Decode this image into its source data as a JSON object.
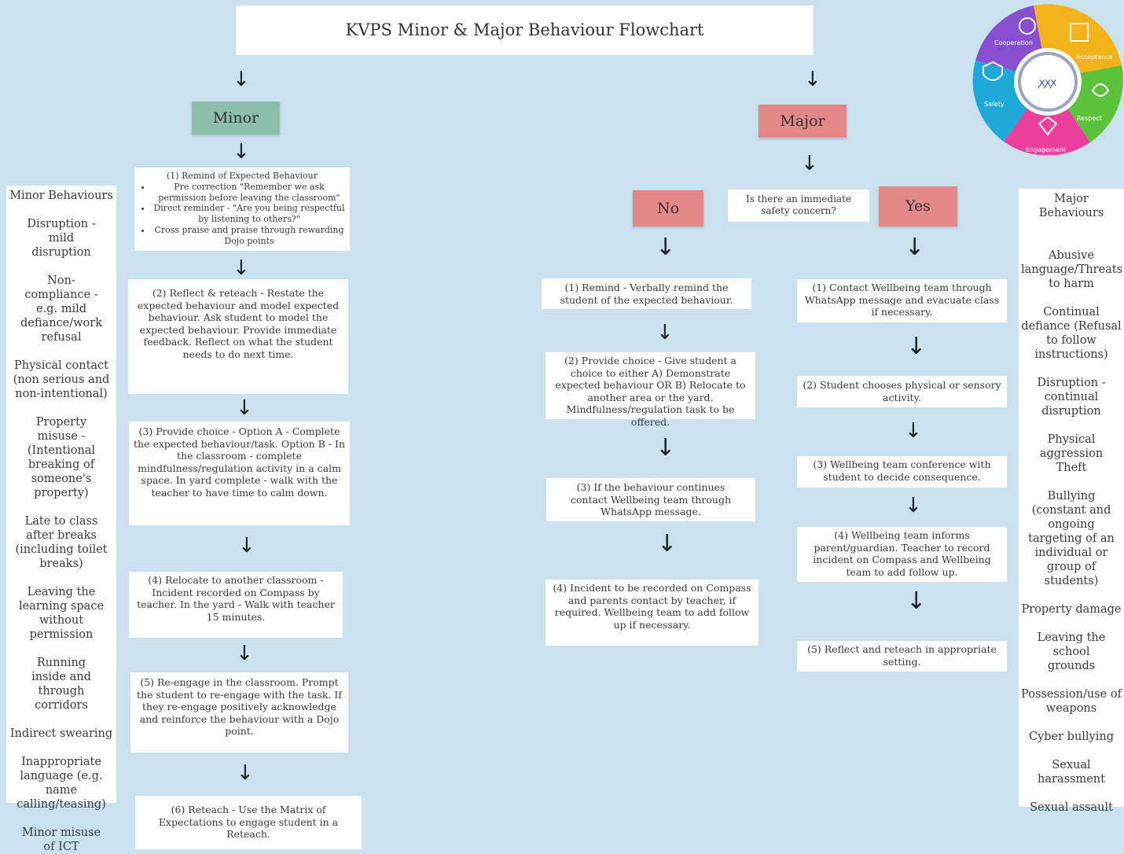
{
  "title": "KVPS Minor & Major Behaviour Flowchart",
  "minor_label": "Minor",
  "major_label": "Major",
  "question": "Is there an immediate safety concern?",
  "no_label": "No",
  "yes_label": "Yes",
  "minor_steps": {
    "step1_heading": "(1) Remind of Expected Behaviour",
    "step1_bullets": [
      "Pre correction \"Remember we ask permission before leaving the classroom\"",
      "Direct reminder - \"Are you being respectful by listening to others?\"",
      "Cross praise and praise through rewarding Dojo points"
    ],
    "step2": "(2) Reflect & reteach - Restate the expected behaviour and model expected behaviour. Ask student to model the expected behaviour. Provide immediate feedback. Reflect on what the student needs to do next time.",
    "step3": "(3) Provide choice - Option A - Complete the expected behaviour/task. Option B - In the classroom - complete mindfulness/regulation activity in a calm space. In yard complete - walk with the teacher to have time to calm down.",
    "step4": "(4) Relocate to another classroom - Incident recorded on Compass by teacher. In the yard - Walk with teacher 15 minutes.",
    "step5": "(5) Re-engage in the classroom. Prompt the student to re-engage with the task. If they re-engage positively acknowledge and reinforce the behaviour with a Dojo point.",
    "step6": "(6) Reteach - Use the Matrix of Expectations to engage student in a Reteach."
  },
  "no_steps": {
    "step1": "(1) Remind - Verbally remind the student of the expected behaviour.",
    "step2": "(2) Provide choice - Give student a choice to either A) Demonstrate expected behaviour OR B) Relocate to another area or the yard. Mindfulness/regulation task to be offered.",
    "step3": "(3) If the behaviour continues contact Wellbeing team through WhatsApp message.",
    "step4": "(4) Incident to be recorded on Compass and parents contact by teacher, if required. Wellbeing team to add follow up if necessary."
  },
  "yes_steps": {
    "step1": "(1) Contact Wellbeing team through WhatsApp message and evacuate class if necessary.",
    "step2": "(2) Student chooses physical or sensory activity.",
    "step3": "(3) Wellbeing team conference with student to decide consequence.",
    "step4": "(4) Wellbeing team informs parent/guardian. Teacher to record incident on Compass and Wellbeing team to add follow up.",
    "step5": "(5) Reflect and reteach in appropriate setting."
  },
  "minor_behaviours": {
    "heading": "Minor Behaviours",
    "items": [
      "Disruption - mild disruption",
      "Non-compliance - e.g. mild defiance/work refusal",
      "Physical contact (non serious and non-intentional)",
      "Property misuse - (Intentional breaking of someone's property)",
      "Late to class after breaks (including toilet breaks)",
      "Leaving the learning space without permission",
      "Running inside and through corridors",
      "Indirect swearing",
      "Inappropriate language (e.g. name calling/teasing)",
      "Minor misuse of ICT"
    ]
  },
  "major_behaviours": {
    "heading": "Major Behaviours",
    "items": [
      "Abusive language/Threats to harm",
      "Continual defiance (Refusal to follow instructions)",
      "Disruption - continual disruption",
      "Physical aggression Theft",
      "Bullying (constant and ongoing targeting of an individual or group of students)",
      "Property damage",
      "Leaving the school grounds",
      "Possession/use of weapons",
      "Cyber bullying",
      "Sexual harassment",
      "Sexual assault"
    ]
  },
  "logo": {
    "segments": [
      "Cooperation",
      "Acceptance",
      "Respect",
      "Engagement",
      "Safety"
    ],
    "colors": [
      "#8a4fd0",
      "#f2b21a",
      "#5cc23c",
      "#ea3f9c",
      "#1fa9d8"
    ]
  }
}
